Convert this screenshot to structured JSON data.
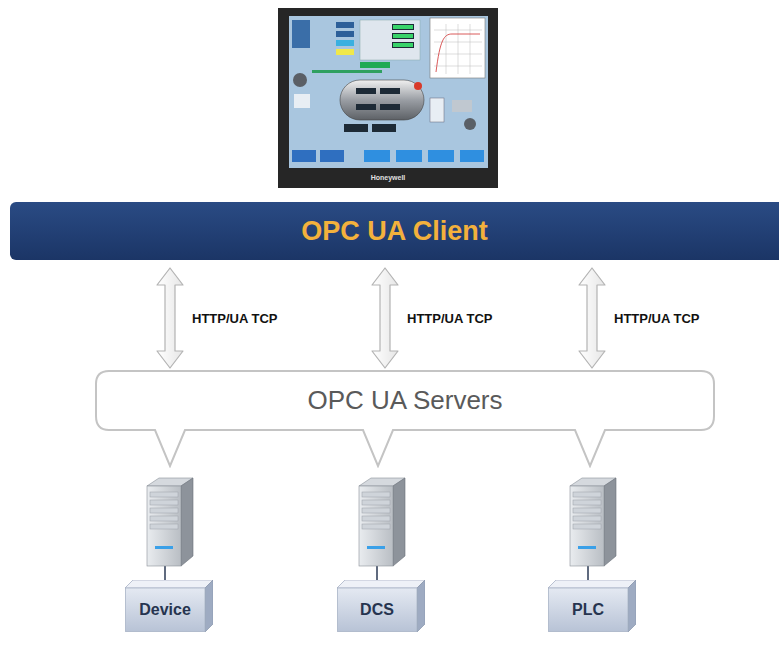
{
  "diagram": {
    "nodes": [
      {
        "text": [
          "OPC UA Client"
        ]
      },
      {
        "text": [
          "OPC UA Servers"
        ]
      },
      {
        "text": [
          "Device"
        ]
      },
      {
        "text": [
          "DCS"
        ]
      },
      {
        "text": [
          "PLC"
        ]
      }
    ],
    "edges": [
      {
        "from": 0,
        "to": 1,
        "arrow": "both",
        "label": "HTTP/UA TCP"
      },
      {
        "from": 0,
        "to": 1,
        "arrow": "both",
        "label": "HTTP/UA TCP"
      },
      {
        "from": 0,
        "to": 1,
        "arrow": "both",
        "label": "HTTP/UA TCP"
      }
    ],
    "labels": [
      "Honeywell"
    ]
  }
}
